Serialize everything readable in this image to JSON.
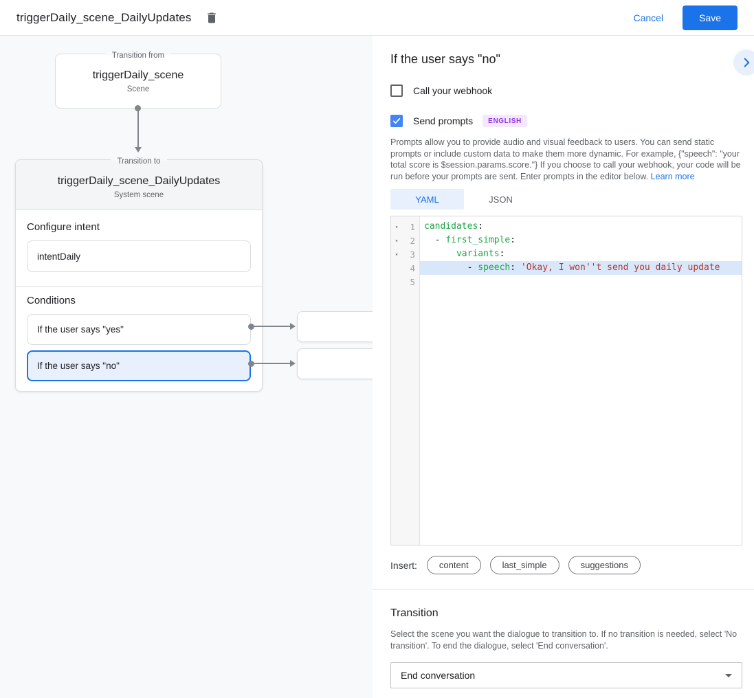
{
  "colors": {
    "accent": "#1a73e8",
    "selection_bg": "#e8f0fe",
    "badge_bg": "#f3e8fd",
    "badge_text": "#9334e6"
  },
  "header": {
    "title": "triggerDaily_scene_DailyUpdates",
    "cancel_label": "Cancel",
    "save_label": "Save"
  },
  "canvas": {
    "from_box": {
      "legend": "Transition from",
      "name": "triggerDaily_scene",
      "type": "Scene"
    },
    "to_box": {
      "legend": "Transition to",
      "name": "triggerDaily_scene_DailyUpdates",
      "type": "System scene",
      "intent": {
        "label": "Configure intent",
        "value": "intentDaily"
      },
      "conditions": {
        "label": "Conditions",
        "items": [
          {
            "label": "If the user says \"yes\"",
            "selected": false
          },
          {
            "label": "If the user says \"no\"",
            "selected": true
          }
        ]
      }
    }
  },
  "panel": {
    "title": "If the user says \"no\"",
    "webhook_checkbox": {
      "label": "Call your webhook",
      "checked": false
    },
    "prompts_checkbox": {
      "label": "Send prompts",
      "checked": true,
      "badge": "ENGLISH"
    },
    "description": "Prompts allow you to provide audio and visual feedback to users. You can send static prompts or include custom data to make them more dynamic. For example, {\"speech\": \"your total score is $session.params.score.\"} If you choose to call your webhook, your code will be run before your prompts are sent. Enter prompts in the editor below. ",
    "learn_more": "Learn more",
    "tabs": [
      {
        "label": "YAML",
        "active": true
      },
      {
        "label": "JSON",
        "active": false
      }
    ],
    "editor": {
      "colors": {
        "key": "#1ea446",
        "string": "#b5342a",
        "plain": "#202124"
      },
      "line_highlight": "#d9e7fb",
      "lines": [
        {
          "num": 1,
          "fold": true,
          "highlight": false,
          "segments": [
            {
              "t": "candidates",
              "c": "key"
            },
            {
              "t": ":",
              "c": "plain"
            }
          ]
        },
        {
          "num": 2,
          "fold": true,
          "highlight": false,
          "segments": [
            {
              "t": "  - ",
              "c": "plain"
            },
            {
              "t": "first_simple",
              "c": "key"
            },
            {
              "t": ":",
              "c": "plain"
            }
          ]
        },
        {
          "num": 3,
          "fold": true,
          "highlight": false,
          "segments": [
            {
              "t": "      ",
              "c": "plain"
            },
            {
              "t": "variants",
              "c": "key"
            },
            {
              "t": ":",
              "c": "plain"
            }
          ]
        },
        {
          "num": 4,
          "fold": false,
          "highlight": true,
          "segments": [
            {
              "t": "        - ",
              "c": "plain"
            },
            {
              "t": "speech",
              "c": "key"
            },
            {
              "t": ": ",
              "c": "plain"
            },
            {
              "t": "'Okay, I won''t send you daily update",
              "c": "string"
            }
          ]
        },
        {
          "num": 5,
          "fold": false,
          "highlight": false,
          "segments": []
        }
      ]
    },
    "insert": {
      "label": "Insert:",
      "pills": [
        "content",
        "last_simple",
        "suggestions"
      ]
    },
    "transition": {
      "heading": "Transition",
      "description": "Select the scene you want the dialogue to transition to. If no transition is needed, select 'No transition'. To end the dialogue, select 'End conversation'.",
      "dropdown_value": "End conversation"
    }
  }
}
